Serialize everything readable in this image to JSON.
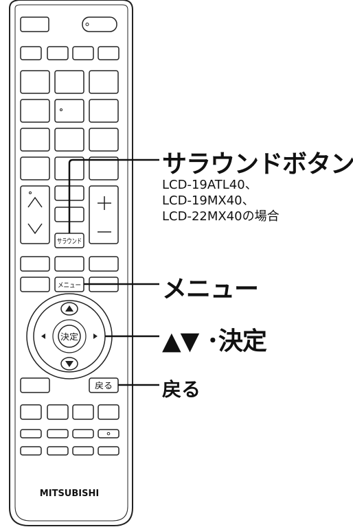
{
  "remote": {
    "brand": "MITSUBISHI",
    "button_labels": {
      "surround": "サラウンド",
      "menu": "メニュー",
      "enter": "決定",
      "back": "戻る"
    }
  },
  "callouts": {
    "surround": {
      "title": "サラウンドボタン",
      "models": [
        "LCD-19ATL40、",
        "LCD-19MX40、",
        "LCD-22MX40の場合"
      ]
    },
    "menu": {
      "title": "メニュー"
    },
    "cursor_enter": {
      "title": "▲▼ ･決定"
    },
    "back": {
      "title": "戻る"
    }
  }
}
